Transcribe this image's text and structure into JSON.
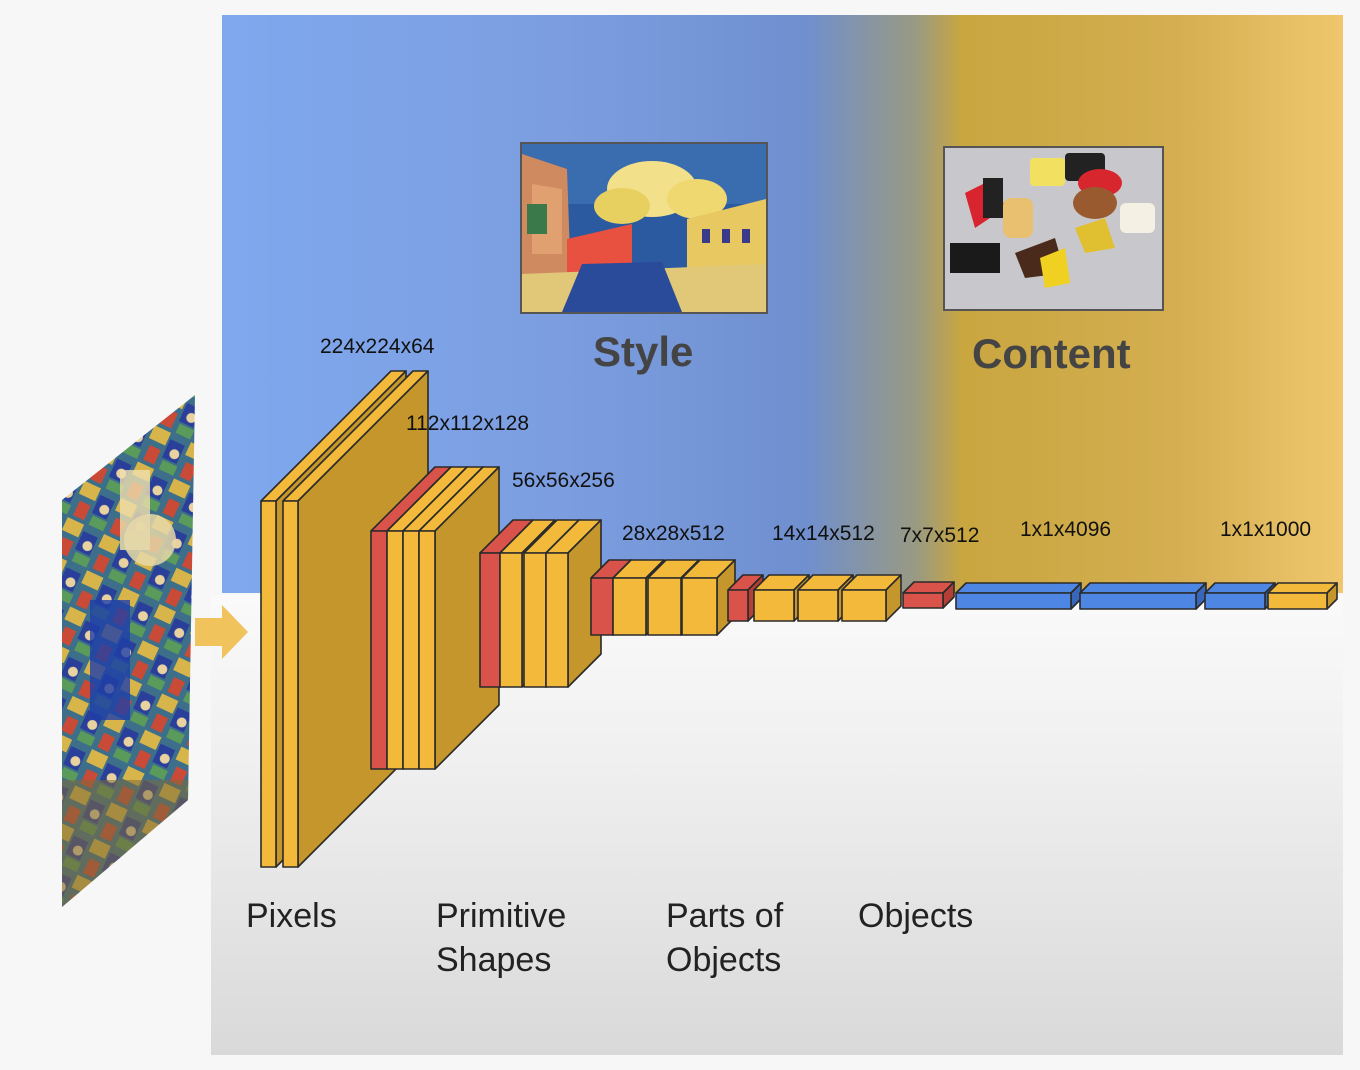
{
  "titles": {
    "style": "Style",
    "content": "Content"
  },
  "layers": [
    {
      "dims": "224x224x64"
    },
    {
      "dims": "112x112x128"
    },
    {
      "dims": "56x56x256"
    },
    {
      "dims": "28x28x512"
    },
    {
      "dims": "14x14x512"
    },
    {
      "dims": "7x7x512"
    },
    {
      "dims": "1x1x4096"
    },
    {
      "dims": "1x1x1000"
    }
  ],
  "stages": [
    {
      "line1": "Pixels",
      "line2": ""
    },
    {
      "line1": "Primitive",
      "line2": "Shapes"
    },
    {
      "line1": "Parts of",
      "line2": "Objects"
    },
    {
      "line1": "Objects",
      "line2": ""
    }
  ],
  "colors": {
    "conv_front": "#f2b93b",
    "conv_side": "#c4962b",
    "pool": "#d9534a",
    "pool_side": "#b33f36",
    "fc": "#4d86e3",
    "fc_side": "#3866b8",
    "arrow": "#f1c35c"
  }
}
